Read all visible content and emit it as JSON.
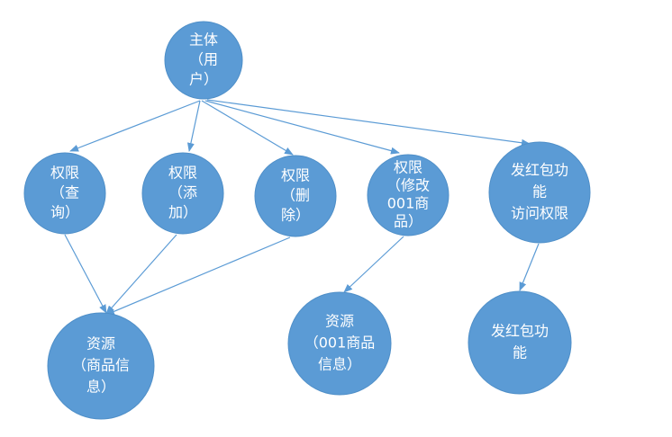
{
  "diagram": {
    "type": "tree",
    "colors": {
      "node_fill": "#5b9bd5",
      "edge": "#5b9bd5",
      "text": "#ffffff"
    },
    "nodes": [
      {
        "id": "subject",
        "lines": [
          "主体",
          "（用",
          "户）"
        ]
      },
      {
        "id": "perm-query",
        "lines": [
          "权限",
          "（查",
          "询）"
        ]
      },
      {
        "id": "perm-add",
        "lines": [
          "权限",
          "（添",
          "加）"
        ]
      },
      {
        "id": "perm-delete",
        "lines": [
          "权限",
          "（删",
          "除）"
        ]
      },
      {
        "id": "perm-modify-001",
        "lines": [
          "权限",
          "（修改",
          "001商",
          "品）"
        ]
      },
      {
        "id": "perm-red-packet",
        "lines": [
          "发红包功",
          "能",
          "访问权限"
        ]
      },
      {
        "id": "res-product-info",
        "lines": [
          "资源",
          "（商品信",
          "息）"
        ]
      },
      {
        "id": "res-001-product-info",
        "lines": [
          "资源",
          "（001商品",
          "信息）"
        ]
      },
      {
        "id": "res-red-packet",
        "lines": [
          "发红包功",
          "能"
        ]
      }
    ],
    "edges": [
      {
        "from": "subject",
        "to": "perm-query"
      },
      {
        "from": "subject",
        "to": "perm-add"
      },
      {
        "from": "subject",
        "to": "perm-delete"
      },
      {
        "from": "subject",
        "to": "perm-modify-001"
      },
      {
        "from": "subject",
        "to": "perm-red-packet"
      },
      {
        "from": "perm-query",
        "to": "res-product-info"
      },
      {
        "from": "perm-add",
        "to": "res-product-info"
      },
      {
        "from": "perm-delete",
        "to": "res-product-info"
      },
      {
        "from": "perm-modify-001",
        "to": "res-001-product-info"
      },
      {
        "from": "perm-red-packet",
        "to": "res-red-packet"
      }
    ]
  }
}
